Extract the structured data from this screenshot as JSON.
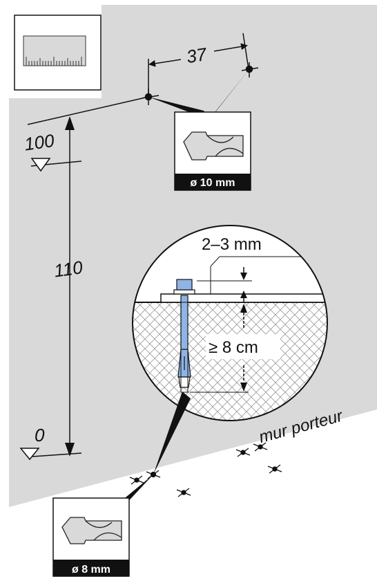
{
  "dimensions": {
    "spacing_horizontal": "37",
    "level_top": "100",
    "height_between": "110",
    "level_bottom": "0"
  },
  "detail": {
    "gap": "2–3 mm",
    "embed_depth": "≥ 8 cm"
  },
  "drills": {
    "top_label": "ø 10 mm",
    "bottom_label": "ø 8 mm"
  },
  "wall_label": "mur porteur",
  "icons": {
    "ruler": "ruler-icon",
    "drill_bit": "drill-bit-icon",
    "level_marker": "level-triangle-icon"
  },
  "colors": {
    "wall": "#d9d9d9",
    "anchor": "#8fb4e6",
    "line": "#111111"
  }
}
